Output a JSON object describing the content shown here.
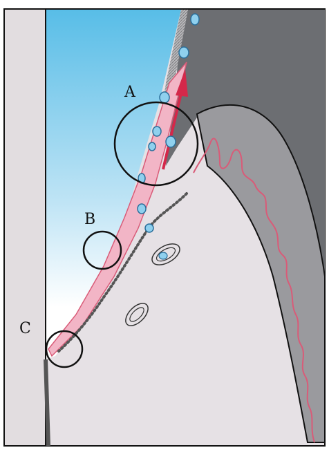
{
  "labels": {
    "a": "A",
    "b": "B",
    "c": "C"
  },
  "colors": {
    "tooth_wall": "#e2dde0",
    "fluid_top": "#58bde7",
    "fluid_bottom": "#ffffff",
    "gingiva_dark": "#6c6e72",
    "gingiva_mid": "#9a9a9e",
    "connective": "#e6e1e5",
    "epithelium": "#f2b5c6",
    "epithelium_edge": "#d95b78",
    "arrow": "#d4284a",
    "cell": "#8fd0ee",
    "outline": "#111111"
  },
  "icons": [
    "leukocyte-icon",
    "blood-vessel-icon",
    "flow-arrow-icon"
  ]
}
